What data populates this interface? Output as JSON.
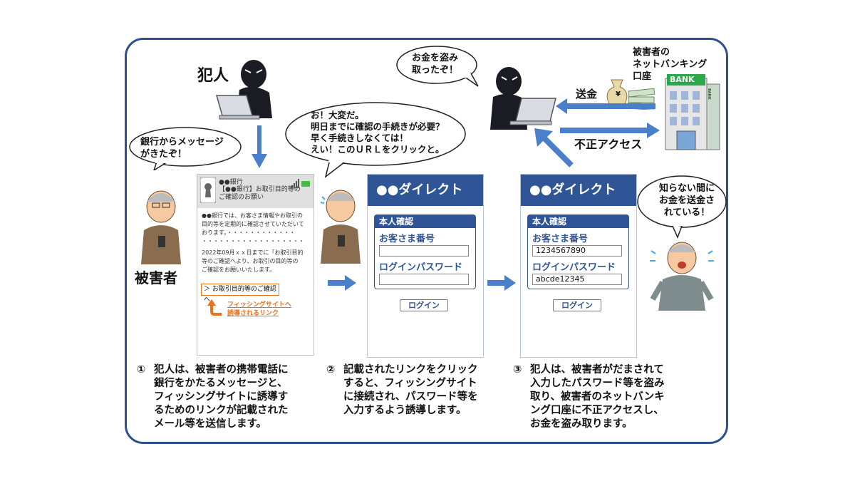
{
  "labels": {
    "criminal": "犯人",
    "victim": "被害者",
    "victim_account": "被害者の\nネットバンキング\n口座",
    "bank_sign": "BANK",
    "bank_side": "BANK",
    "transfer": "送金",
    "unauthorized": "不正アクセス",
    "yen_mark": "¥"
  },
  "bubbles": {
    "victim_message": "銀行からメッセージ\nがきたぞ！",
    "victim_panic": "お！大変だ。\n明日までに確認の手続きが必要？\n早く手続きしなくては！\nえい！このＵＲＬをクリックと。",
    "criminal_stole": "お金を盗み\n取ったぞ！",
    "victim_unaware": "知らない間に\nお金を送金さ\nれている！"
  },
  "mail": {
    "sender": "●●銀行",
    "subject": "【●●銀行】お取引目的等の\nご確認のお願い",
    "body1": "●●銀行では、お客さま情報やお取引の\n目的等を定期的に確認させていただいて\nおります。・・・・・・・・・・・・\n・・・・・・・・・・・・・・・・・・",
    "body2": "2022年09月ｘｘ日までに「お取引目的\n等のご確認へより、お取引の目的等の\nご確認をお願いいたします。",
    "link": "＞ お取引目的等のご確認へ",
    "annotation": "フィッシングサイトへ\n誘導されるリンク"
  },
  "phones": [
    {
      "header": "●●ダイレクト",
      "section": "本人確認",
      "customer_label": "お客さま番号",
      "customer_value": "",
      "password_label": "ログインパスワード",
      "password_value": "",
      "login_button": "ログイン"
    },
    {
      "header": "●●ダイレクト",
      "section": "本人確認",
      "customer_label": "お客さま番号",
      "customer_value": "1234567890",
      "password_label": "ログインパスワード",
      "password_value": "abcde12345",
      "login_button": "ログイン"
    }
  ],
  "captions": [
    {
      "num": "①",
      "text": "犯人は、被害者の携帯電話に\n銀行をかたるメッセージと、\nフィッシングサイトに誘導す\nるためのリンクが記載された\nメール等を送信します。"
    },
    {
      "num": "②",
      "text": "記載されたリンクをクリック\nすると、フィッシングサイト\nに接続され、パスワード等を\n入力するよう誘導します。"
    },
    {
      "num": "③",
      "text": "犯人は、被害者がだまされて\n入力したパスワード等を盗み\n取り、被害者のネットバンキ\nング口座に不正アクセスし、\nお金を盗み取ります。"
    }
  ],
  "colors": {
    "frame": "#2e4f8f",
    "phone_header": "#2f5597",
    "arrow": "#4a7fc9",
    "link_orange": "#e8731c",
    "criminal": "#1b1b24"
  }
}
